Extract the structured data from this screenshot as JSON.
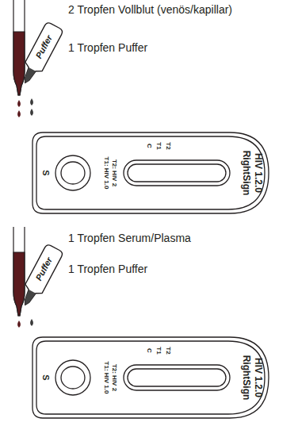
{
  "diagram": {
    "nodes": [
      {
        "text": [
          "Puffer"
        ]
      },
      {
        "text": [
          "S",
          "T1: HIV 1.0",
          "T2: HIV 2",
          "C",
          "T1",
          "T2",
          "RightSign",
          "HIV 1.2.0"
        ]
      },
      {
        "text": [
          "Puffer"
        ]
      },
      {
        "text": [
          "S",
          "T1: HIV 1.0",
          "T2: HIV 2",
          "C",
          "T1",
          "T2",
          "RightSign",
          "HIV 1.2.0"
        ]
      }
    ],
    "labels": [
      "2 Tropfen Vollblut (venös/kapillar)",
      "1 Tropfen Puffer",
      "1 Tropfen Serum/Plasma",
      "1 Tropfen Puffer"
    ]
  }
}
